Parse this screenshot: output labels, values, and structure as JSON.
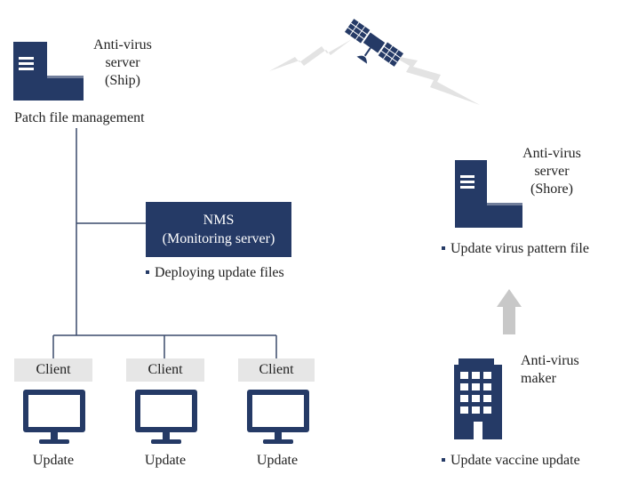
{
  "ship_server": {
    "title_lines": [
      "Anti-virus",
      "server",
      "(Ship)"
    ],
    "caption": "Patch file management"
  },
  "nms": {
    "title": "NMS",
    "subtitle": "(Monitoring server)",
    "note": "Deploying update files"
  },
  "clients": [
    {
      "label": "Client",
      "action": "Update"
    },
    {
      "label": "Client",
      "action": "Update"
    },
    {
      "label": "Client",
      "action": "Update"
    }
  ],
  "shore_server": {
    "title_lines": [
      "Anti-virus",
      "server",
      "(Shore)"
    ],
    "note": "Update virus pattern file"
  },
  "maker": {
    "title_lines": [
      "Anti-virus",
      "maker"
    ],
    "note": "Update vaccine update"
  },
  "colors": {
    "navy": "#253a66",
    "line": "#3a4a6b",
    "client_box": "#e6e6e6",
    "arrow": "#c8c8c8",
    "signal": "#e3e3e3"
  },
  "icons": [
    "server-icon",
    "monitor-icon",
    "building-icon",
    "satellite-icon",
    "up-arrow-icon"
  ]
}
